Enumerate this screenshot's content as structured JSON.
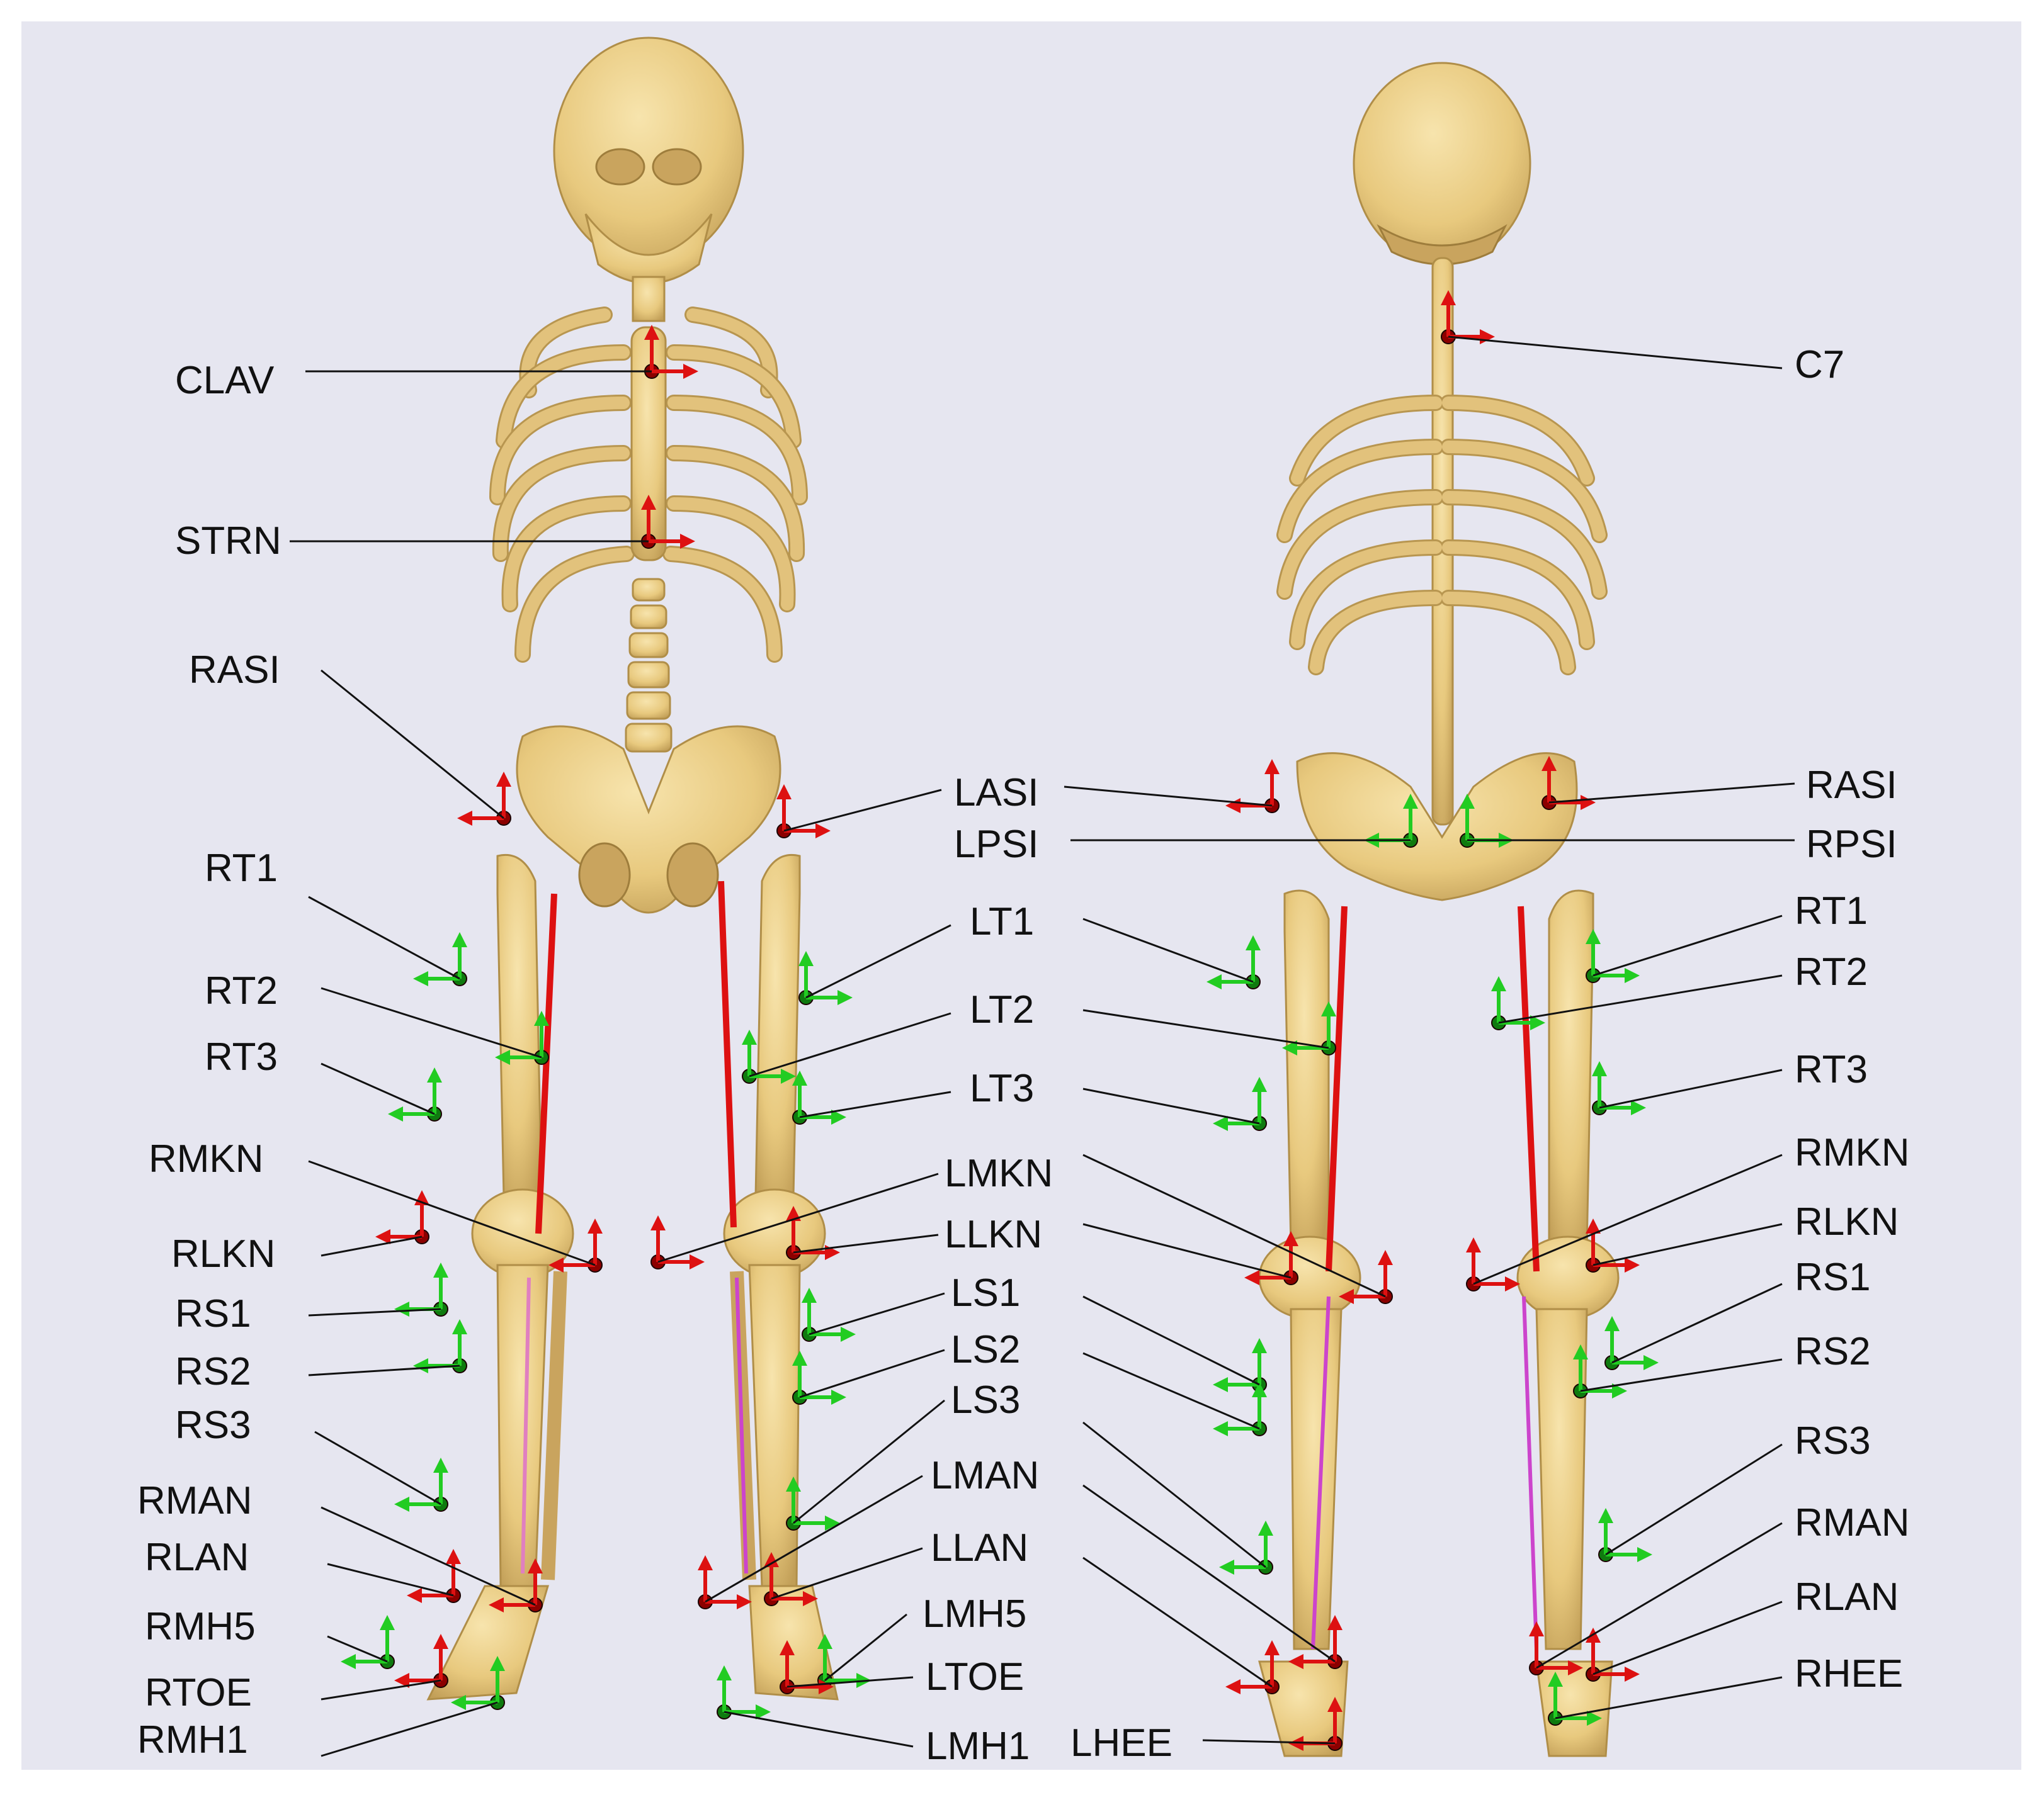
{
  "front_labels_left": [
    "CLAV",
    "STRN",
    "RASI",
    "RT1",
    "RT2",
    "RT3",
    "RMKN",
    "RLKN",
    "RS1",
    "RS2",
    "RS3",
    "RMAN",
    "RLAN",
    "RMH5",
    "RTOE",
    "RMH1"
  ],
  "front_labels_right": [
    "LASI",
    "LT1",
    "LT2",
    "LT3",
    "LMKN",
    "LLKN",
    "LS1",
    "LS2",
    "LS3",
    "LMAN",
    "LLAN",
    "LMH5",
    "LTOE",
    "LMH1"
  ],
  "back_labels_left": [
    "LPSI",
    "LHEE"
  ],
  "back_labels_right": [
    "C7",
    "RASI",
    "RPSI",
    "RT1",
    "RT2",
    "RT3",
    "RMKN",
    "RLKN",
    "RS1",
    "RS2",
    "RS3",
    "RMAN",
    "RLAN",
    "RHEE"
  ],
  "colors": {
    "background": "#e6e6f0",
    "bone_light": "#f0d590",
    "bone_dark": "#c8a45c",
    "axis_red": "#dd1111",
    "axis_green": "#22cc22",
    "marker_red": "#8b0000",
    "marker_green": "#0f7a0f",
    "text": "#111111"
  }
}
